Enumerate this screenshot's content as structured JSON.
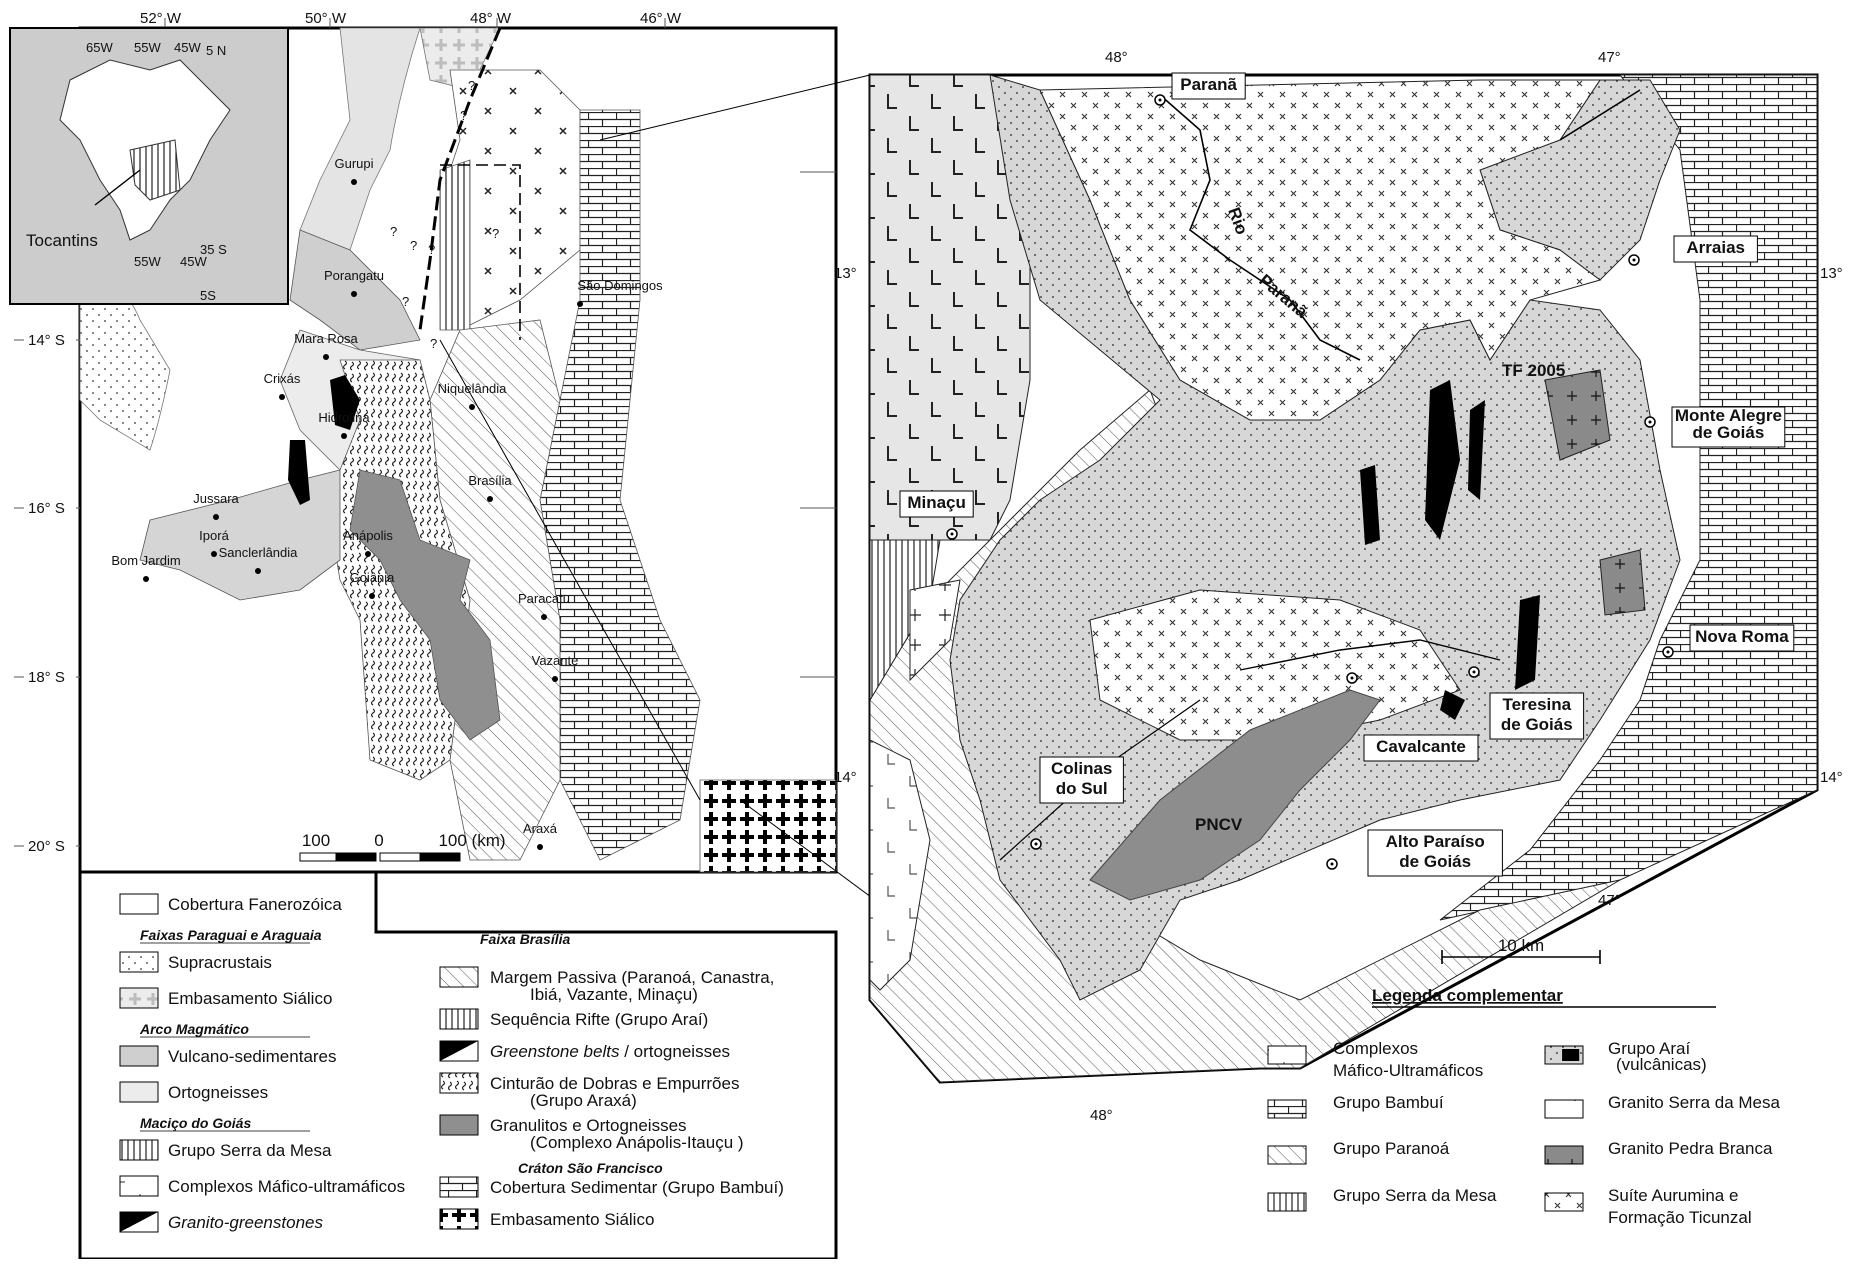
{
  "inset": {
    "label": "Tocantins",
    "coords": [
      "65W",
      "55W",
      "45W",
      "5 N",
      "35 S",
      "55W",
      "45W",
      "5S"
    ]
  },
  "left_map": {
    "lon_labels": [
      "52° W",
      "50° W",
      "48° W",
      "46° W"
    ],
    "lat_labels": [
      "14° S",
      "16° S",
      "18° S",
      "20° S"
    ],
    "cities": [
      "Gurupi",
      "Porangatu",
      "São Domingos",
      "Mara Rosa",
      "Crixás",
      "Niquelândia",
      "Hidrolina",
      "Brasília",
      "Jussara",
      "Iporá",
      "Bom Jardim",
      "Sanclerlândia",
      "Anápolis",
      "Goiânia",
      "Paracatu",
      "Vazante",
      "Araxá"
    ],
    "unknown_marks": [
      "?",
      "?",
      "?",
      "?",
      "?",
      "?",
      "?",
      "?"
    ],
    "scale": {
      "labels": [
        "100",
        "0",
        "100 (km)"
      ]
    }
  },
  "left_legend": {
    "col1": [
      {
        "kind": "item",
        "label": "Cobertura Fanerozóica",
        "pattern": "blank"
      },
      {
        "kind": "heading",
        "label": "Faixas Paraguai e Araguaia"
      },
      {
        "kind": "item",
        "label": "Supracrustais",
        "pattern": "dots"
      },
      {
        "kind": "item",
        "label": "Embasamento Siálico",
        "pattern": "lightcross"
      },
      {
        "kind": "heading",
        "label": "Arco Magmático"
      },
      {
        "kind": "item",
        "label": "Vulcano-sedimentares",
        "pattern": "gray"
      },
      {
        "kind": "item",
        "label": "Ortogneisses",
        "pattern": "lightgray"
      },
      {
        "kind": "heading",
        "label": "Maciço do Goiás"
      },
      {
        "kind": "item",
        "label": "Grupo Serra da Mesa",
        "pattern": "vlines"
      },
      {
        "kind": "item",
        "label": "Complexos Máfico-ultramáficos",
        "pattern": "lmarks"
      },
      {
        "kind": "item",
        "label": "Granito-greenstones",
        "pattern": "blacktri",
        "italic": true
      }
    ],
    "col2_title": "Faixa Brasília",
    "col2": [
      {
        "label": "Margem Passiva  (Paranoá, Canastra,",
        "label2": "Ibiá, Vazante, Minaçu)",
        "pattern": "diag"
      },
      {
        "label": "Sequência Rifte (Grupo Araí)",
        "pattern": "vlines"
      },
      {
        "label": "Greenstone belts",
        "label_tail": " / ortogneisses",
        "pattern": "blacktri"
      },
      {
        "label": "Cinturão de Dobras e Empurrões",
        "label2": "(Grupo Araxá)",
        "pattern": "waves"
      },
      {
        "label": "Granulitos e  Ortogneisses",
        "label2": "(Complexo Anápolis-Itauçu )",
        "pattern": "darkgray"
      }
    ],
    "col2_title2": "Cráton São Francisco",
    "col2b": [
      {
        "label": "Cobertura Sedimentar   (Grupo Bambuí)",
        "pattern": "bricks"
      },
      {
        "label": "Embasamento Siálico",
        "pattern": "bigcross"
      }
    ]
  },
  "right_map": {
    "top_coords": [
      "48°",
      "47°"
    ],
    "side_coords": [
      "13°",
      "13°",
      "14°",
      "14°"
    ],
    "bottom_coords": [
      "48°",
      "47°"
    ],
    "cities": [
      {
        "name": "Paranã"
      },
      {
        "name": "Arraias"
      },
      {
        "name": "Monte Alegre",
        "name2": "de Goiás"
      },
      {
        "name": "Minaçu"
      },
      {
        "name": "Nova Roma"
      },
      {
        "name": "Teresina",
        "name2": "de Goiás"
      },
      {
        "name": "Cavalcante"
      },
      {
        "name": "Colinas",
        "name2": "do Sul"
      },
      {
        "name": "Alto Paraíso",
        "name2": "de Goiás"
      }
    ],
    "river": [
      "Rio",
      "Paranã"
    ],
    "labels": [
      "TF 2005",
      "PNCV"
    ],
    "scale": "10 km"
  },
  "right_legend": {
    "title": "Legenda complementar",
    "left": [
      {
        "label": "Complexos",
        "label2": "Máfico-Ultramáficos",
        "pattern": "lmarks"
      },
      {
        "label": "Grupo Bambuí",
        "pattern": "bricks"
      },
      {
        "label": "Grupo Paranoá",
        "pattern": "diag"
      },
      {
        "label": "Grupo Serra da Mesa",
        "pattern": "vlines"
      }
    ],
    "right": [
      {
        "label": "Grupo Araí",
        "label2": "(vulcânicas)",
        "pattern": "araivolc"
      },
      {
        "label": "Granito Serra da Mesa",
        "pattern": "plus"
      },
      {
        "label": "Granito Pedra Branca",
        "pattern": "darkplus"
      },
      {
        "label": "Suíte Aurumina e",
        "label2": "Formação Ticunzal",
        "pattern": "smallx"
      }
    ]
  }
}
